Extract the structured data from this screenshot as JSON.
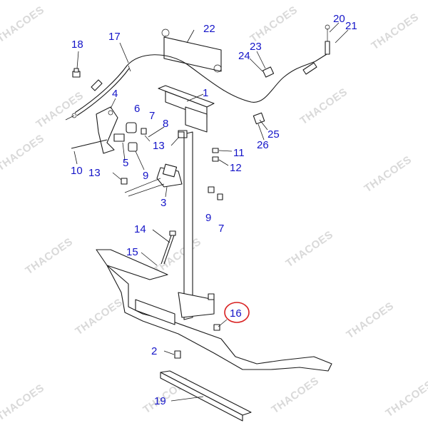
{
  "watermark_text": "THACOES",
  "highlight": {
    "label": "16",
    "color": "#d81e1e"
  },
  "callout_color": "#1414c8",
  "callouts": [
    {
      "id": "label-1",
      "text": "1"
    },
    {
      "id": "label-2",
      "text": "2"
    },
    {
      "id": "label-3",
      "text": "3"
    },
    {
      "id": "label-4",
      "text": "4"
    },
    {
      "id": "label-5",
      "text": "5"
    },
    {
      "id": "label-6",
      "text": "6"
    },
    {
      "id": "label-7a",
      "text": "7"
    },
    {
      "id": "label-7b",
      "text": "7"
    },
    {
      "id": "label-8",
      "text": "8"
    },
    {
      "id": "label-9a",
      "text": "9"
    },
    {
      "id": "label-9b",
      "text": "9"
    },
    {
      "id": "label-10",
      "text": "10"
    },
    {
      "id": "label-11",
      "text": "11"
    },
    {
      "id": "label-12",
      "text": "12"
    },
    {
      "id": "label-13a",
      "text": "13"
    },
    {
      "id": "label-13b",
      "text": "13"
    },
    {
      "id": "label-14",
      "text": "14"
    },
    {
      "id": "label-15",
      "text": "15"
    },
    {
      "id": "label-16",
      "text": "16"
    },
    {
      "id": "label-17",
      "text": "17"
    },
    {
      "id": "label-18",
      "text": "18"
    },
    {
      "id": "label-19",
      "text": "19"
    },
    {
      "id": "label-20",
      "text": "20"
    },
    {
      "id": "label-21",
      "text": "21"
    },
    {
      "id": "label-22",
      "text": "22"
    },
    {
      "id": "label-23",
      "text": "23"
    },
    {
      "id": "label-24",
      "text": "24"
    },
    {
      "id": "label-25",
      "text": "25"
    },
    {
      "id": "label-26",
      "text": "26"
    }
  ]
}
